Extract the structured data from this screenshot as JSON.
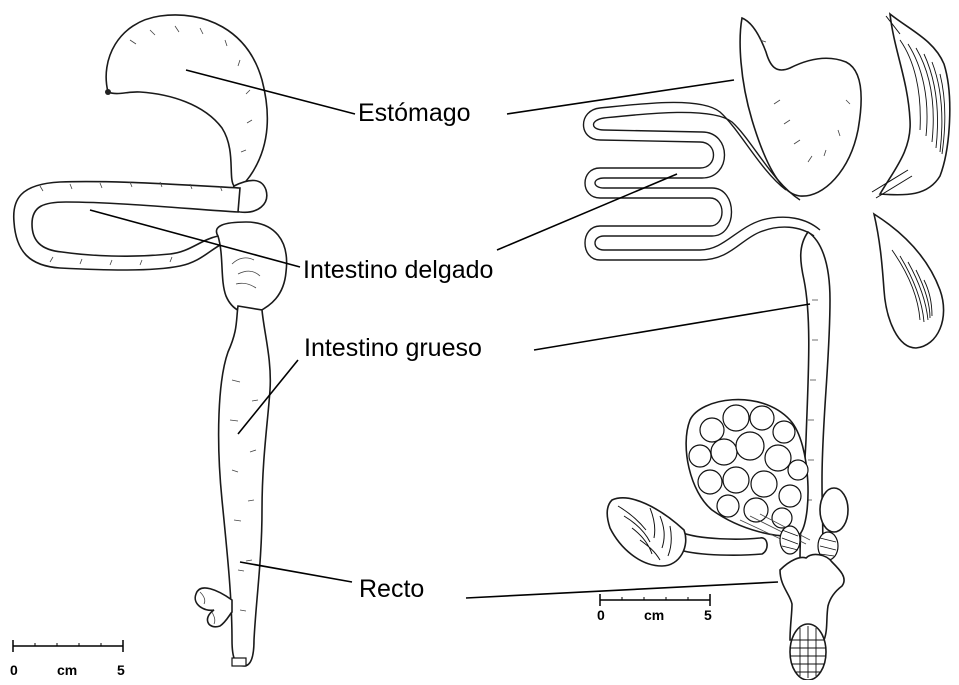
{
  "labels": {
    "stomach": "Estómago",
    "small_intestine": "Intestino delgado",
    "large_intestine": "Intestino grueso",
    "rectum": "Recto"
  },
  "scale_left": {
    "zero": "0",
    "unit": "cm",
    "five": "5"
  },
  "scale_right": {
    "zero": "0",
    "unit": "cm",
    "five": "5"
  }
}
